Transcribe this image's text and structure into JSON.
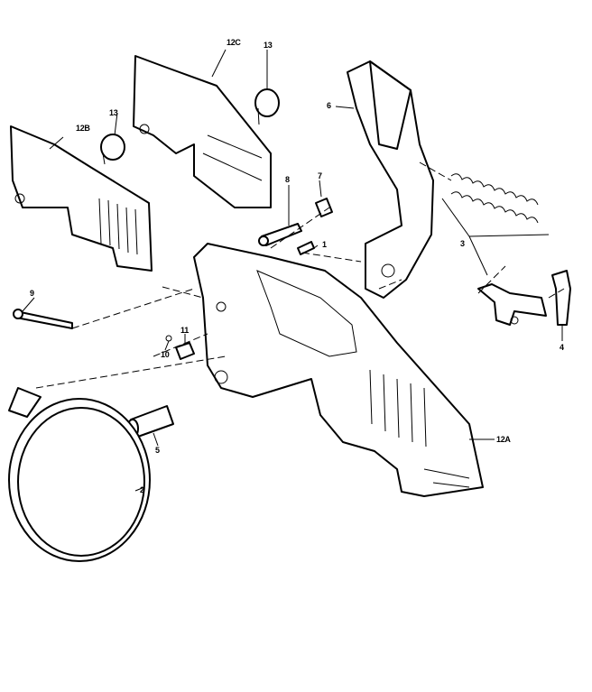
{
  "diagram": {
    "labels": {
      "p12c": "12C",
      "p13a": "13",
      "p12b": "12B",
      "p13b": "13",
      "p6": "6",
      "p8": "8",
      "p7": "7",
      "p1": "1",
      "p3": "3",
      "p9": "9",
      "p4": "4",
      "p11": "11",
      "p10": "10",
      "p5": "5",
      "p12a": "12A",
      "p2": "2"
    }
  }
}
